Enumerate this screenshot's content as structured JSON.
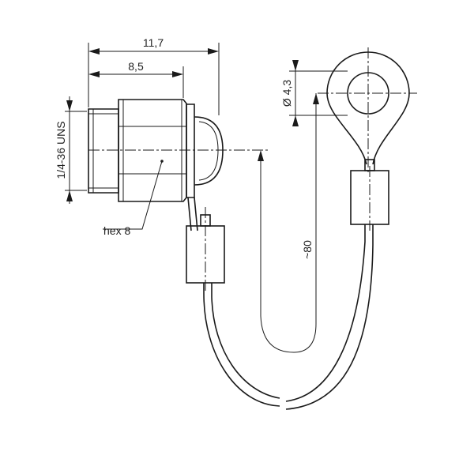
{
  "dimensions": {
    "overall_length": "11,7",
    "body_length": "8,5",
    "thread": "1/4-36 UNS",
    "hex": "hex 8",
    "ring_diameter": "Ø 4,3",
    "chain_length": "~80"
  }
}
